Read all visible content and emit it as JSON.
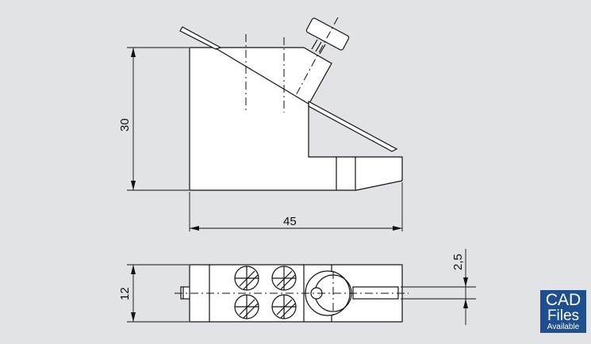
{
  "dimensions": {
    "height_side": "30",
    "length": "45",
    "width_top": "12",
    "offset": "2,5"
  },
  "badge": {
    "line1": "CAD",
    "line2": "Files",
    "line3": "Available",
    "color": "#1f4f8f"
  }
}
